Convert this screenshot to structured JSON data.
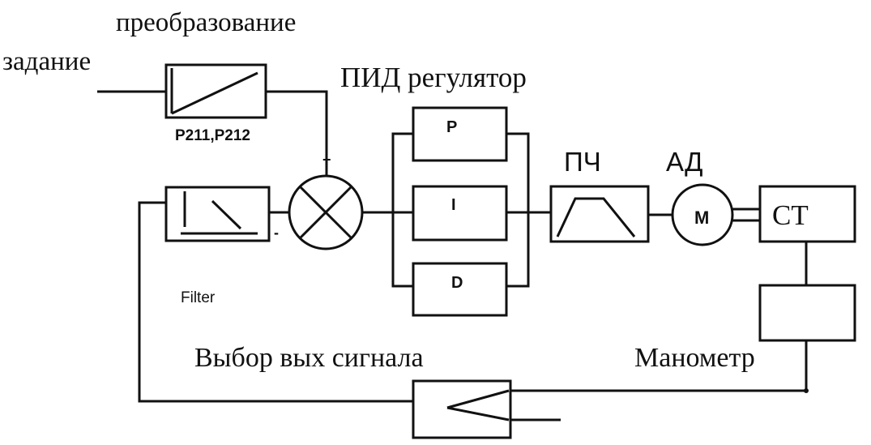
{
  "labels": {
    "conversion": "преобразование",
    "setpoint": "задание",
    "pid": "ПИД регулятор",
    "params": "P211,P212",
    "plus": "+",
    "minus": "-",
    "filter": "Filter",
    "p": "P",
    "i": "I",
    "d": "D",
    "vfd": "ПЧ",
    "motor_group": "АД",
    "motor": "M",
    "ct": "СТ",
    "select_output": "Выбор вых сигнала",
    "manometer": "Манометр"
  },
  "colors": {
    "ink": "#111111",
    "paper": "#ffffff"
  }
}
